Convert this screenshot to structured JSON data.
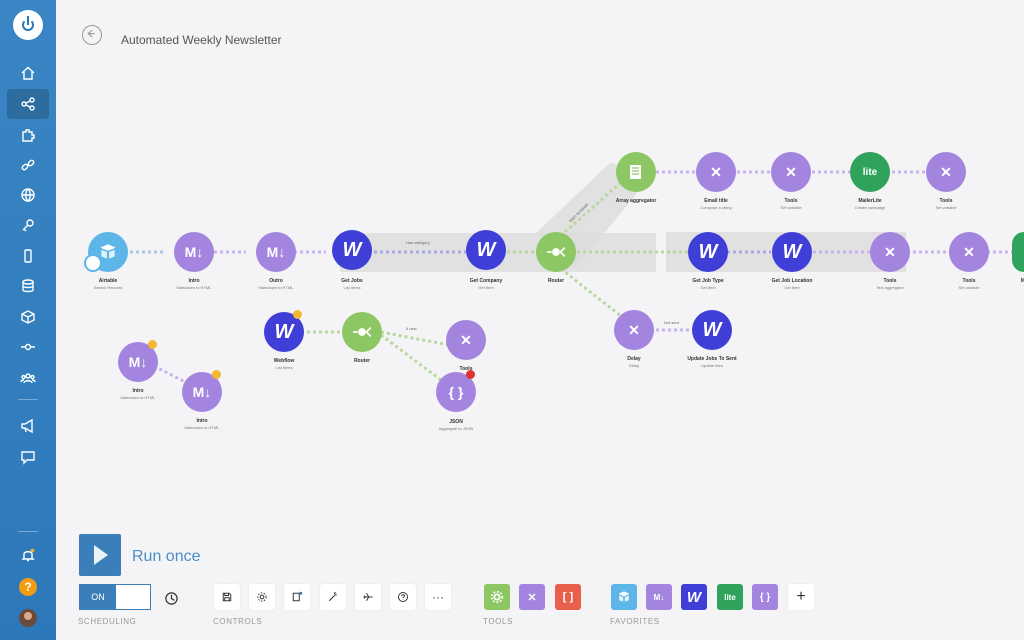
{
  "header": {
    "title": "Automated Weekly Newsletter"
  },
  "nav": [
    "home-icon",
    "share-icon",
    "puzzle-icon",
    "link-icon",
    "globe-icon",
    "key-icon",
    "phone-icon",
    "database-icon",
    "cube-icon",
    "flow-icon",
    "team-icon",
    "megaphone-icon",
    "chat-icon",
    "bell-icon",
    "help-icon",
    "avatar"
  ],
  "help_glyph": "?",
  "nodes": [
    {
      "label": "Airtable",
      "sub": "Search Records"
    },
    {
      "label": "Intro",
      "sub": "Markdown to HTML"
    },
    {
      "label": "Outro",
      "sub": "Markdown to HTML"
    },
    {
      "label": "Get Jobs",
      "sub": "List items"
    },
    {
      "label": "Get Company",
      "sub": "Get Item"
    },
    {
      "label": "Router",
      "sub": ""
    },
    {
      "label": "Array aggregator",
      "sub": ""
    },
    {
      "label": "Email title",
      "sub": "Compose a string"
    },
    {
      "label": "Tools",
      "sub": "Set variable"
    },
    {
      "label": "MailerLite",
      "sub": "Create campaign"
    },
    {
      "label": "Tools",
      "sub": "Set variable"
    },
    {
      "label": "Get Job Type",
      "sub": "Get item"
    },
    {
      "label": "Get Job Location",
      "sub": "Get Item"
    },
    {
      "label": "Tools",
      "sub": "Text aggregator"
    },
    {
      "label": "Tools",
      "sub": "Set variable"
    },
    {
      "label": "Delay",
      "sub": "Delay"
    },
    {
      "label": "Update Jobs To Sent",
      "sub": "Update Item"
    },
    {
      "label": "Webflow",
      "sub": "List items"
    },
    {
      "label": "Router",
      "sub": ""
    },
    {
      "label": "Tools",
      "sub": ""
    },
    {
      "label": "JSON",
      "sub": "Aggregate to JSON"
    },
    {
      "label": "Intro",
      "sub": "Markdown to HTML"
    },
    {
      "label": "Intro",
      "sub": "Markdown to HTML"
    },
    {
      "label": "M",
      "sub": ""
    }
  ],
  "glyphs": {
    "webflow": "W",
    "markdown": "M↓",
    "json": "{ }",
    "mailerlite": "lite"
  },
  "link_labels": {
    "has_category": "Has category",
    "main_template": "Main template",
    "not_sent": "Not sent",
    "if_new": "If new"
  },
  "controls": {
    "run_once": "Run once",
    "toggle_on": "ON",
    "scheduling": "SCHEDULING",
    "controls": "CONTROLS",
    "tools": "TOOLS",
    "favorites": "FAVORITES",
    "more": "···",
    "add": "+",
    "help": "?"
  },
  "colors": {
    "sidebar": "#2c78b9",
    "purple": "#a385e0",
    "webflow": "#3f3fd8",
    "router": "#8dc763",
    "mailerlite": "#2fa35b",
    "airtable": "#5db5e8"
  }
}
